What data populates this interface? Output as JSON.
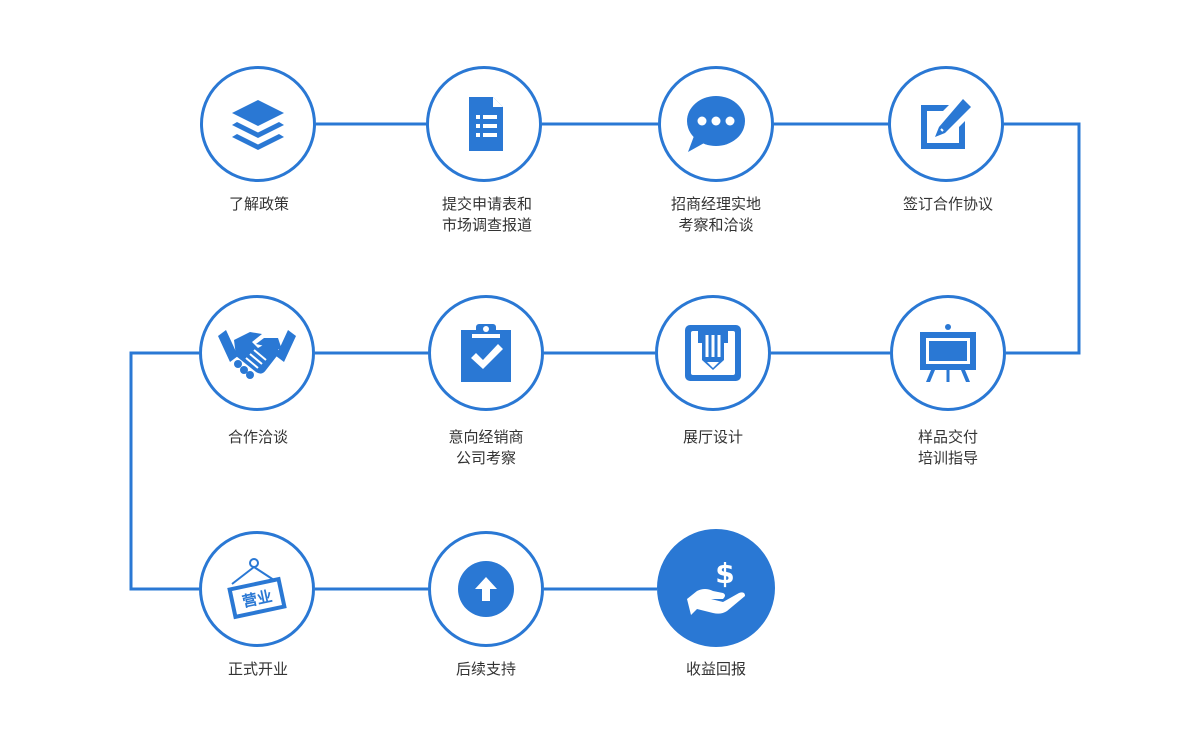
{
  "colors": {
    "accent": "#2a78d4",
    "text": "#333333",
    "background": "#ffffff"
  },
  "steps": [
    {
      "id": 1,
      "icon": "layers-icon",
      "lines": [
        "了解政策"
      ]
    },
    {
      "id": 2,
      "icon": "document-list-icon",
      "lines": [
        "提交申请表和",
        "市场调查报道"
      ]
    },
    {
      "id": 3,
      "icon": "chat-bubble-icon",
      "lines": [
        "招商经理实地",
        "考察和洽谈"
      ]
    },
    {
      "id": 4,
      "icon": "edit-pencil-icon",
      "lines": [
        "签订合作协议"
      ]
    },
    {
      "id": 5,
      "icon": "easel-board-icon",
      "lines": [
        "样品交付",
        "培训指导"
      ]
    },
    {
      "id": 6,
      "icon": "design-ruler-icon",
      "lines": [
        "展厅设计"
      ]
    },
    {
      "id": 7,
      "icon": "clipboard-check-icon",
      "lines": [
        "意向经销商",
        "公司考察"
      ]
    },
    {
      "id": 8,
      "icon": "handshake-icon",
      "lines": [
        "合作洽谈"
      ]
    },
    {
      "id": 9,
      "icon": "open-sign-icon",
      "lines": [
        "正式开业"
      ],
      "sign_text": "营业"
    },
    {
      "id": 10,
      "icon": "arrow-up-circle-icon",
      "lines": [
        "后续支持"
      ]
    },
    {
      "id": 11,
      "icon": "money-hand-icon",
      "lines": [
        "收益回报"
      ],
      "filled": true
    }
  ]
}
